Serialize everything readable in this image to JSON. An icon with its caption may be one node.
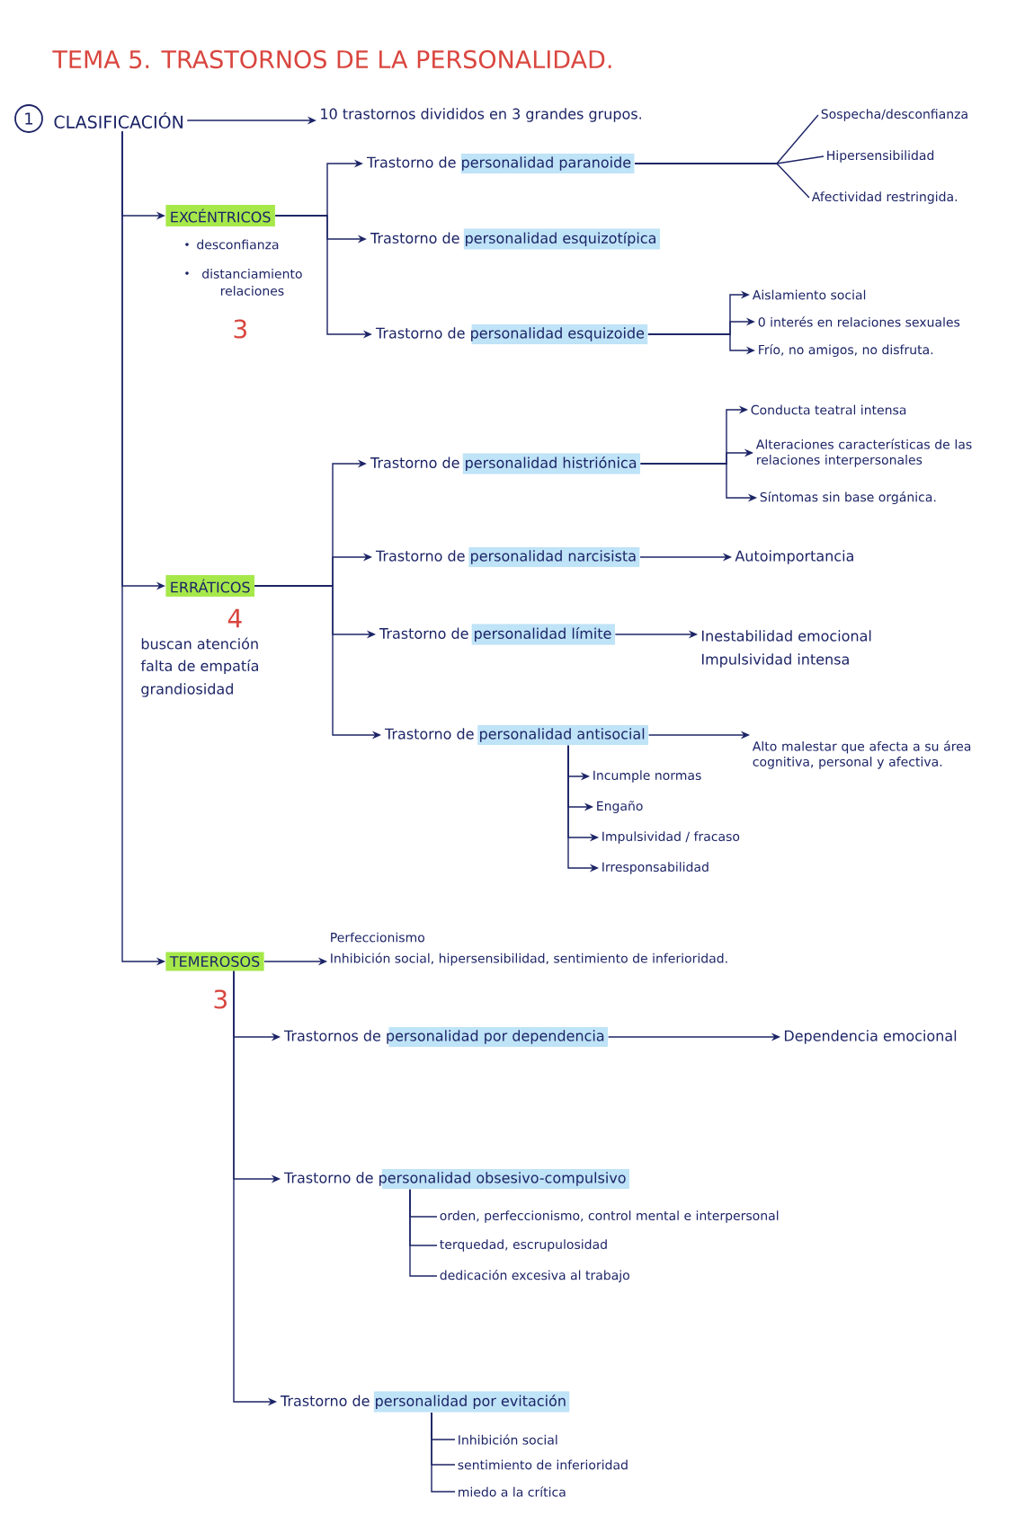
{
  "diagram": {
    "title": "TEMA 5. TRASTORNOS DE LA PERSONALIDAD.",
    "nodes": [
      {
        "text": [
          "1"
        ]
      },
      {
        "text": [
          "CLASIFICACIÓN"
        ]
      },
      {
        "text": [
          "10 trastornos divididos en 3 grandes grupos."
        ]
      },
      {
        "text": [
          "EXCÉNTRICOS"
        ],
        "beside": [
          "desconfianza",
          "distanciamiento relaciones",
          "3"
        ]
      },
      {
        "text": [
          "Trastorno de personalidad paranoide"
        ]
      },
      {
        "text": [
          "Sospecha/desconfianza"
        ]
      },
      {
        "text": [
          "Hipersensibilidad"
        ]
      },
      {
        "text": [
          "Afectividad restringida."
        ]
      },
      {
        "text": [
          "Trastorno de personalidad esquizotípica"
        ]
      },
      {
        "text": [
          "Trastorno de personalidad esquizoide"
        ]
      },
      {
        "text": [
          "Aislamiento social"
        ]
      },
      {
        "text": [
          "0 interés en relaciones sexuales"
        ]
      },
      {
        "text": [
          "Frío, no amigos, no disfruta."
        ]
      },
      {
        "text": [
          "ERRÁTICOS"
        ],
        "beside": [
          "4",
          "buscan atención",
          "falta de empatía",
          "grandiosidad"
        ]
      },
      {
        "text": [
          "Trastorno de personalidad histriónica"
        ]
      },
      {
        "text": [
          "Conducta teatral intensa"
        ]
      },
      {
        "text": [
          "Alteraciones características de las relaciones interpersonales"
        ]
      },
      {
        "text": [
          "Síntomas sin base orgánica."
        ]
      },
      {
        "text": [
          "Trastorno de personalidad narcisista"
        ]
      },
      {
        "text": [
          "Autoimportancia"
        ]
      },
      {
        "text": [
          "Trastorno de personalidad límite"
        ]
      },
      {
        "text": [
          "Inestabilidad emocional",
          "Impulsividad intensa"
        ]
      },
      {
        "text": [
          "Trastorno de personalidad antisocial"
        ]
      },
      {
        "text": [
          "Alto malestar que afecta a su área cognitiva, personal y afectiva."
        ]
      },
      {
        "text": [
          "Incumple normas"
        ]
      },
      {
        "text": [
          "Engaño"
        ]
      },
      {
        "text": [
          "Impulsividad / fracaso"
        ]
      },
      {
        "text": [
          "Irresponsabilidad"
        ]
      },
      {
        "text": [
          "TEMEROSOS"
        ],
        "beside": [
          "3"
        ]
      },
      {
        "text": [
          "Perfeccionismo",
          "Inhibición social, hipersensibilidad, sentimiento de inferioridad."
        ]
      },
      {
        "text": [
          "Trastornos de personalidad por dependencia"
        ]
      },
      {
        "text": [
          "Dependencia emocional"
        ]
      },
      {
        "text": [
          "Trastorno de personalidad obsesivo-compulsivo"
        ]
      },
      {
        "text": [
          "orden, perfeccionismo, control mental e interpersonal"
        ]
      },
      {
        "text": [
          "terquedad, escrupulosidad"
        ]
      },
      {
        "text": [
          "dedicación excesiva al trabajo"
        ]
      },
      {
        "text": [
          "Trastorno de personalidad por evitación"
        ]
      },
      {
        "text": [
          "Inhibición social"
        ]
      },
      {
        "text": [
          "sentimiento de inferioridad"
        ]
      },
      {
        "text": [
          "miedo a la crítica"
        ]
      }
    ],
    "edges": [
      {
        "from": 1,
        "to": 2,
        "arrow": "to"
      },
      {
        "from": 1,
        "to": 3,
        "arrow": "to"
      },
      {
        "from": 1,
        "to": 13,
        "arrow": "to"
      },
      {
        "from": 1,
        "to": 28,
        "arrow": "to"
      },
      {
        "from": 3,
        "to": 4,
        "arrow": "to"
      },
      {
        "from": 3,
        "to": 8,
        "arrow": "to"
      },
      {
        "from": 3,
        "to": 9,
        "arrow": "to"
      },
      {
        "from": 4,
        "to": 5,
        "arrow": "none"
      },
      {
        "from": 4,
        "to": 6,
        "arrow": "none"
      },
      {
        "from": 4,
        "to": 7,
        "arrow": "none"
      },
      {
        "from": 9,
        "to": 10,
        "arrow": "to"
      },
      {
        "from": 9,
        "to": 11,
        "arrow": "to"
      },
      {
        "from": 9,
        "to": 12,
        "arrow": "to"
      },
      {
        "from": 13,
        "to": 14,
        "arrow": "to"
      },
      {
        "from": 13,
        "to": 18,
        "arrow": "to"
      },
      {
        "from": 13,
        "to": 20,
        "arrow": "to"
      },
      {
        "from": 13,
        "to": 22,
        "arrow": "to"
      },
      {
        "from": 14,
        "to": 15,
        "arrow": "to"
      },
      {
        "from": 14,
        "to": 16,
        "arrow": "to"
      },
      {
        "from": 14,
        "to": 17,
        "arrow": "to"
      },
      {
        "from": 18,
        "to": 19,
        "arrow": "to"
      },
      {
        "from": 20,
        "to": 21,
        "arrow": "to"
      },
      {
        "from": 22,
        "to": 23,
        "arrow": "to"
      },
      {
        "from": 22,
        "to": 24,
        "arrow": "to"
      },
      {
        "from": 22,
        "to": 25,
        "arrow": "to"
      },
      {
        "from": 22,
        "to": 26,
        "arrow": "to"
      },
      {
        "from": 22,
        "to": 27,
        "arrow": "to"
      },
      {
        "from": 28,
        "to": 29,
        "arrow": "to"
      },
      {
        "from": 28,
        "to": 30,
        "arrow": "to"
      },
      {
        "from": 28,
        "to": 32,
        "arrow": "to"
      },
      {
        "from": 28,
        "to": 36,
        "arrow": "to"
      },
      {
        "from": 30,
        "to": 31,
        "arrow": "to"
      },
      {
        "from": 32,
        "to": 33,
        "arrow": "none"
      },
      {
        "from": 32,
        "to": 34,
        "arrow": "none"
      },
      {
        "from": 32,
        "to": 35,
        "arrow": "none"
      },
      {
        "from": 36,
        "to": 37,
        "arrow": "none"
      },
      {
        "from": 36,
        "to": 38,
        "arrow": "none"
      },
      {
        "from": 36,
        "to": 39,
        "arrow": "none"
      }
    ]
  }
}
